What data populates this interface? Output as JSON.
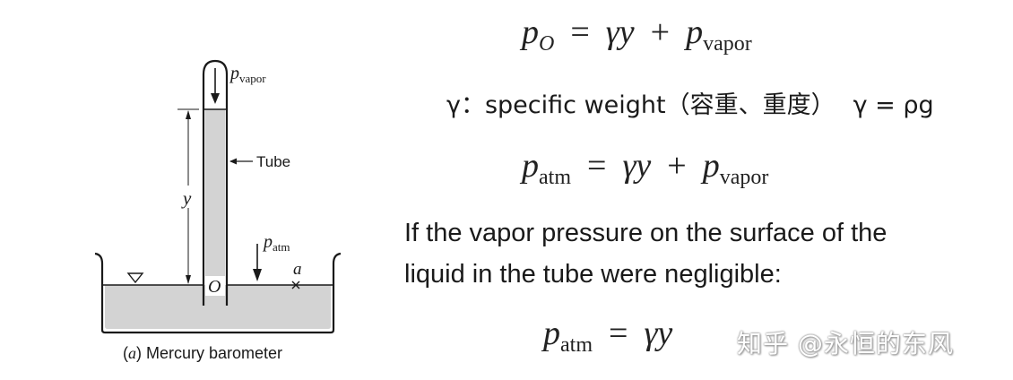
{
  "diagram": {
    "label_pvapor_base": "p",
    "label_pvapor_sub": "vapor",
    "label_tube": "Tube",
    "label_y": "y",
    "label_patm_base": "p",
    "label_patm_sub": "atm",
    "label_a": "a",
    "label_O": "O",
    "caption_prefix": "(",
    "caption_italic": "a",
    "caption_suffix": ") Mercury barometer"
  },
  "equations": {
    "eq1": {
      "lhs_base": "p",
      "lhs_sub": "O",
      "op1": "=",
      "term": "γy",
      "op2": "+",
      "rhs_base": "p",
      "rhs_sub": "vapor"
    },
    "eq2": {
      "lhs_base": "p",
      "lhs_sub": "atm",
      "op1": "=",
      "term": "γy",
      "op2": "+",
      "rhs_base": "p",
      "rhs_sub": "vapor"
    },
    "eq3": {
      "lhs_base": "p",
      "lhs_sub": "atm",
      "op1": "=",
      "term": "γy"
    }
  },
  "gamma_note": {
    "text": "γ：specific weight（容重、重度）",
    "formula": "γ = ρg"
  },
  "paragraph": {
    "line1": "If the vapor pressure on the surface of the",
    "line2": "liquid in the tube were negligible:"
  },
  "watermark": "知乎 @永恒的东风"
}
